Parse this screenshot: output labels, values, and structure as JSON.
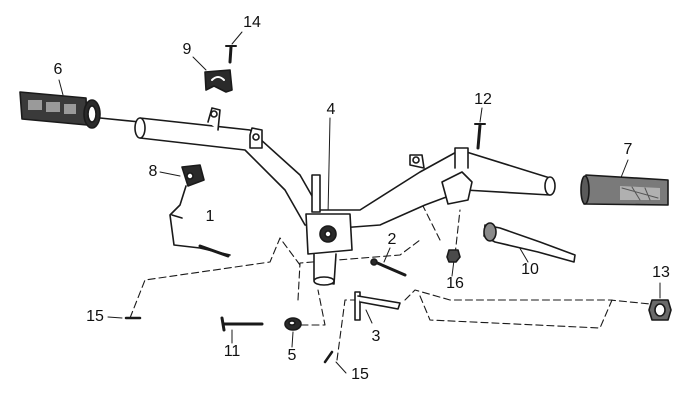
{
  "diagram": {
    "part_labels": {
      "p1": "1",
      "p2": "2",
      "p3": "3",
      "p4": "4",
      "p5": "5",
      "p6": "6",
      "p7": "7",
      "p8": "8",
      "p9": "9",
      "p10": "10",
      "p11": "11",
      "p12": "12",
      "p13": "13",
      "p14": "14",
      "p15_left": "15",
      "p15_bottom": "15",
      "p16": "16"
    }
  }
}
